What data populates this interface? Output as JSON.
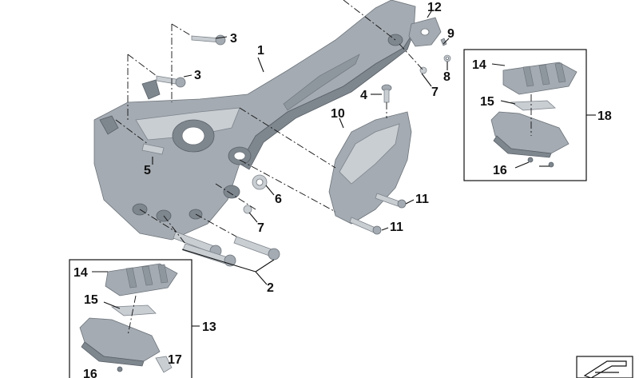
{
  "callouts": {
    "c1": "1",
    "c2": "2",
    "c3a": "3",
    "c3b": "3",
    "c4": "4",
    "c5": "5",
    "c6": "6",
    "c7a": "7",
    "c7b": "7",
    "c8": "8",
    "c9": "9",
    "c10": "10",
    "c11a": "11",
    "c11b": "11",
    "c12": "12",
    "c13": "13",
    "c14a": "14",
    "c14b": "14",
    "c15a": "15",
    "c15b": "15",
    "c16a": "16",
    "c16b": "16",
    "c17": "17",
    "c18": "18"
  },
  "colors": {
    "metal": "#a4abb2",
    "metal_dark": "#7e868e",
    "metal_light": "#c9ced3",
    "line": "#111111",
    "background": "#ffffff"
  },
  "icons": {
    "corner_badge": "scissors-arrow-icon"
  }
}
